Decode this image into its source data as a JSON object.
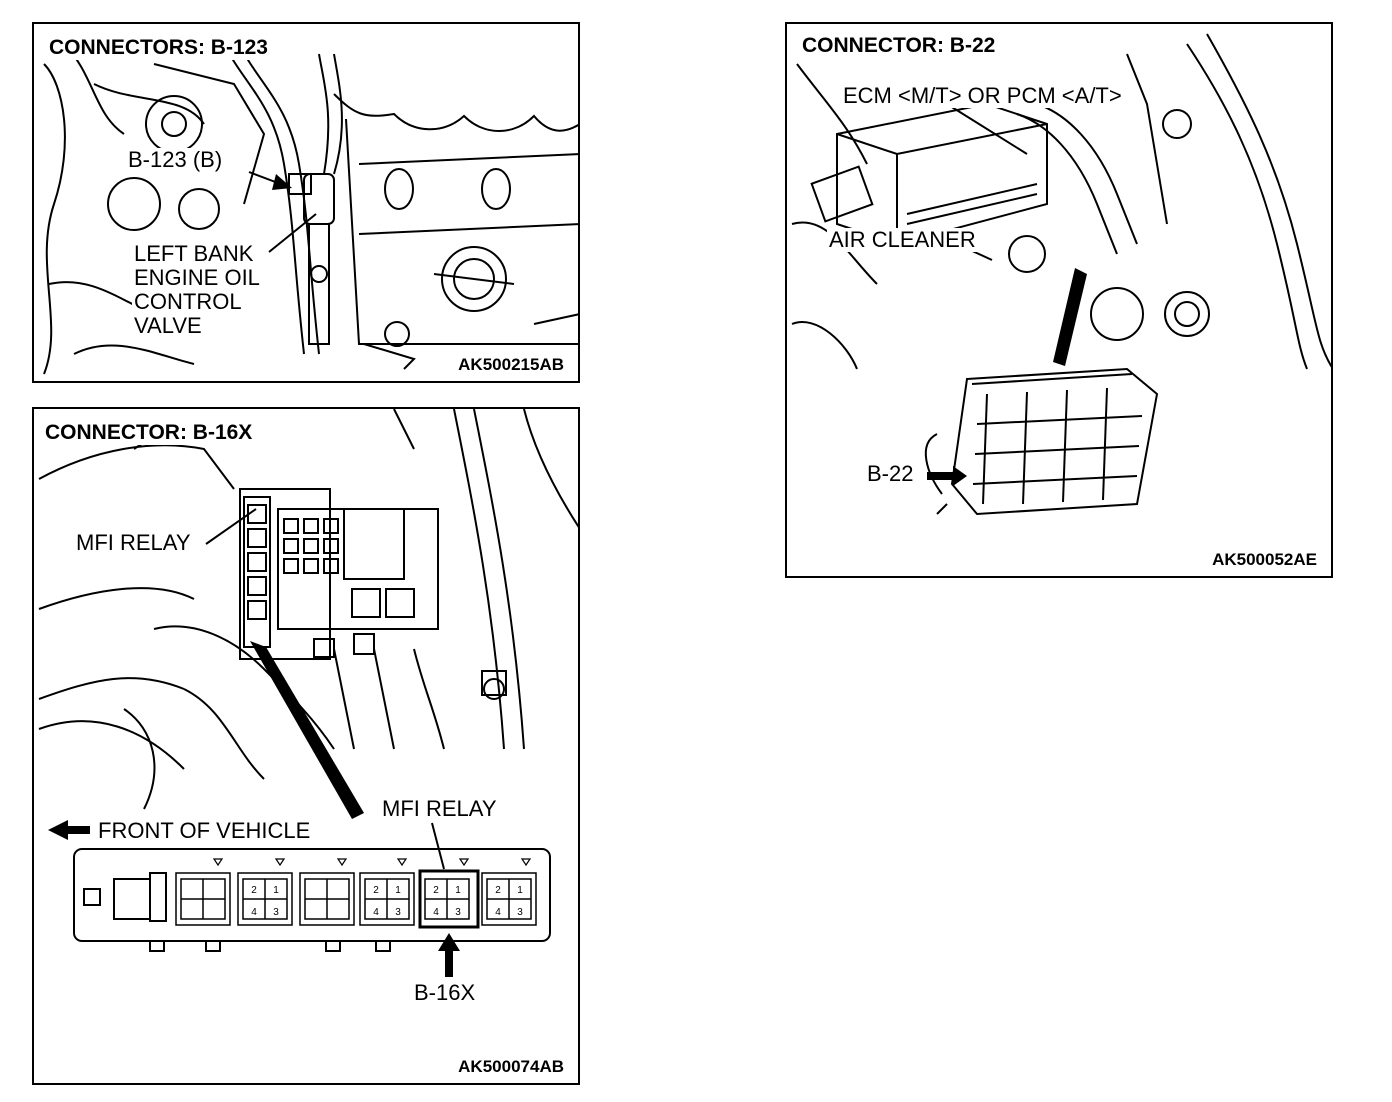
{
  "panels": {
    "b123": {
      "title": "CONNECTORS: B-123",
      "code": "AK500215AB",
      "callout": "B-123 (B)",
      "valve_label": [
        "LEFT BANK",
        "ENGINE OIL",
        "CONTROL",
        "VALVE"
      ]
    },
    "b16x": {
      "title": "CONNECTOR: B-16X",
      "code": "AK500074AB",
      "relay_label_top": "MFI RELAY",
      "relay_label_bottom": "MFI RELAY",
      "front_label": "FRONT OF VEHICLE",
      "connector_label": "B-16X",
      "pins": [
        "2",
        "1",
        "4",
        "3"
      ]
    },
    "b22": {
      "title": "CONNECTOR: B-22",
      "code": "AK500052AE",
      "ecm_label": "ECM <M/T> OR PCM <A/T>",
      "air_cleaner_label": "AIR CLEANER",
      "connector_label": "B-22"
    }
  }
}
